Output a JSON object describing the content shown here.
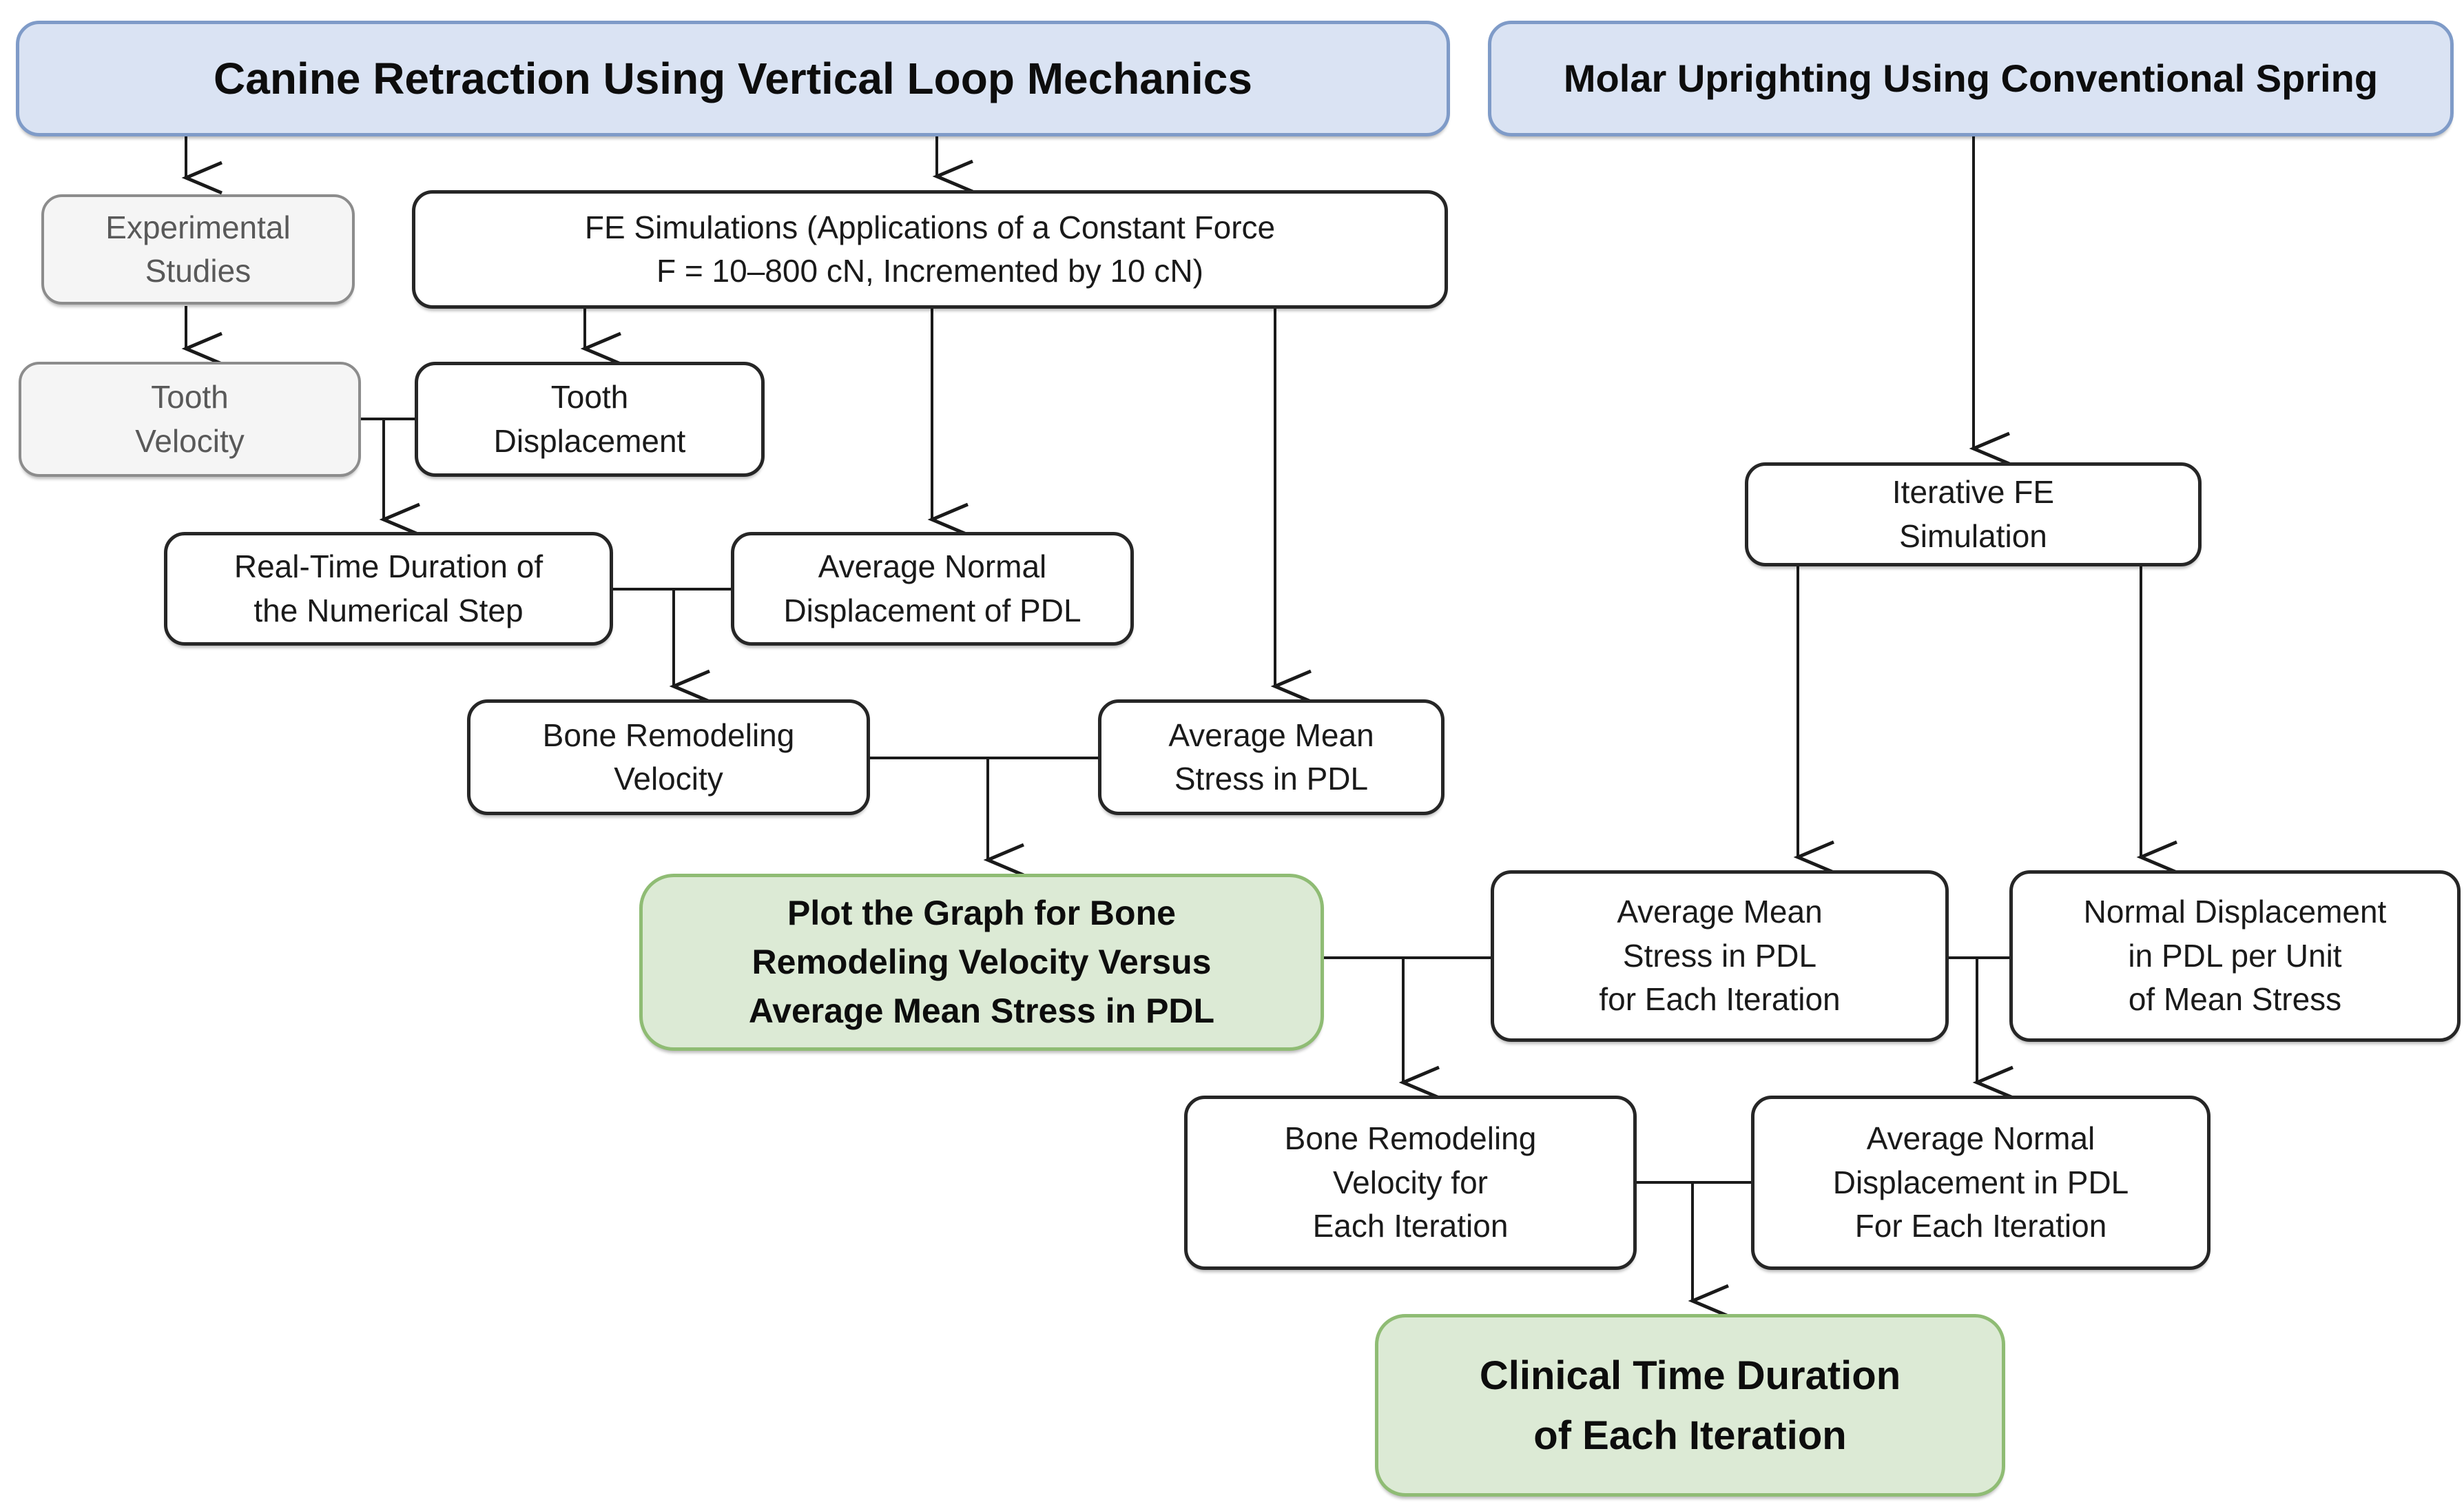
{
  "figure": {
    "type": "flowchart",
    "description_left_branch_title": "Canine Retraction Using Vertical Loop Mechanics",
    "description_right_branch_title": "Molar Uprighting Using Conventional Spring"
  },
  "colors": {
    "header_fill": "#dae3f3",
    "header_border": "#7f9bc8",
    "process_fill": "#ffffff",
    "process_border": "#262626",
    "input_fill": "#f5f5f5",
    "input_border": "#8c8c8c",
    "input_text": "#595959",
    "output_fill": "#dcead5",
    "output_border": "#8fbc74",
    "connector": "#1a1a1a"
  },
  "nodes": {
    "canine_header": {
      "lines": [
        "Canine Retraction Using Vertical Loop Mechanics"
      ]
    },
    "molar_header": {
      "lines": [
        "Molar Uprighting Using Conventional Spring"
      ]
    },
    "experimental_studies": {
      "lines": [
        "Experimental",
        "Studies"
      ]
    },
    "fe_simulations": {
      "lines": [
        "FE Simulations (Applications of a Constant Force",
        "F = 10–800 cN, Incremented by 10 cN)"
      ]
    },
    "tooth_velocity": {
      "lines": [
        "Tooth",
        "Velocity"
      ]
    },
    "tooth_displacement": {
      "lines": [
        "Tooth",
        "Displacement"
      ]
    },
    "realtime_duration": {
      "lines": [
        "Real-Time Duration of",
        "the Numerical Step"
      ]
    },
    "avg_normal_displacement_pdl": {
      "lines": [
        "Average Normal",
        "Displacement of PDL"
      ]
    },
    "bone_remodeling_velocity": {
      "lines": [
        "Bone Remodeling",
        "Velocity"
      ]
    },
    "avg_mean_stress_pdl": {
      "lines": [
        "Average Mean",
        "Stress in PDL"
      ]
    },
    "plot_graph": {
      "lines": [
        "Plot the Graph for Bone",
        "Remodeling Velocity Versus",
        "Average Mean Stress in PDL"
      ]
    },
    "iterative_fe_simulation": {
      "lines": [
        "Iterative FE",
        "Simulation"
      ]
    },
    "avg_mean_stress_each_iteration": {
      "lines": [
        "Average Mean",
        "Stress in PDL",
        "for Each Iteration"
      ]
    },
    "normal_displacement_per_unit": {
      "lines": [
        "Normal Displacement",
        "in PDL per Unit",
        "of Mean Stress"
      ]
    },
    "bone_remodeling_velocity_each_iteration": {
      "lines": [
        "Bone Remodeling",
        "Velocity for",
        "Each Iteration"
      ]
    },
    "avg_normal_displacement_each_iteration": {
      "lines": [
        "Average Normal",
        "Displacement in PDL",
        "For Each Iteration"
      ]
    },
    "clinical_time_duration": {
      "lines": [
        "Clinical Time Duration",
        "of Each Iteration"
      ]
    }
  }
}
